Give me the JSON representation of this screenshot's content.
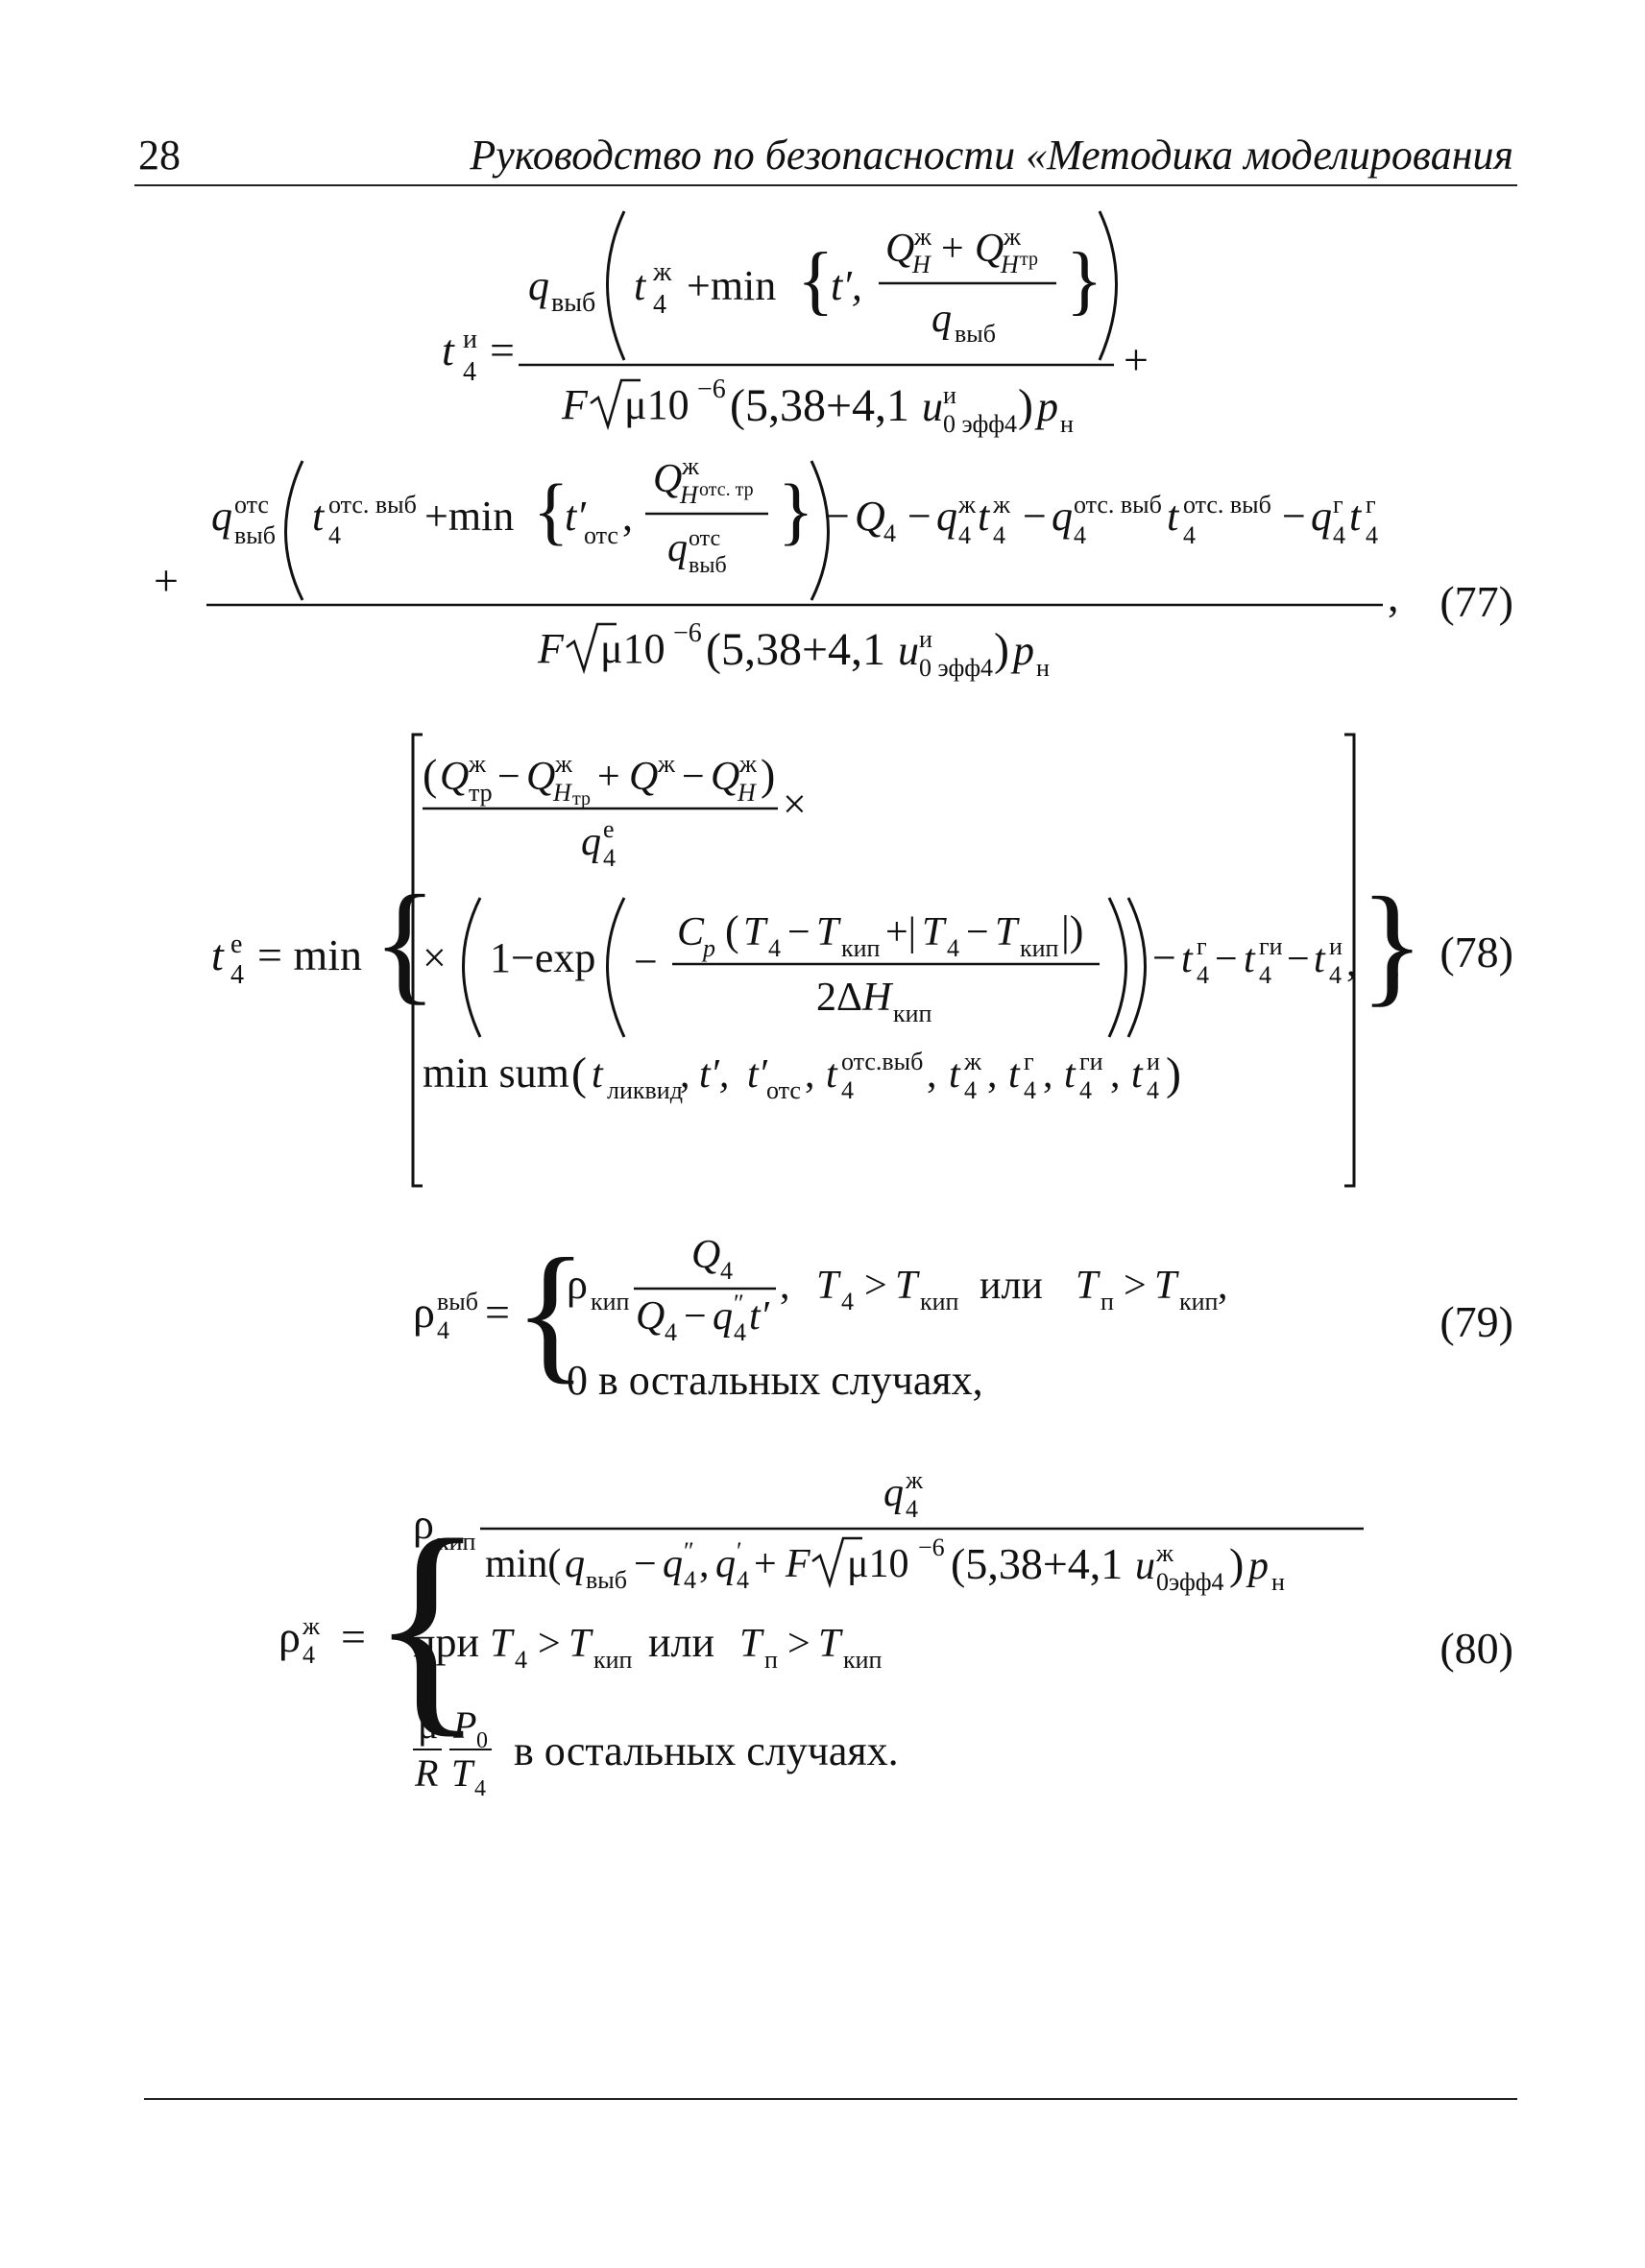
{
  "header": {
    "page_number": "28",
    "running_title": "Руководство по безопасности «Методика моделирования"
  },
  "equations": [
    {
      "id": "eq77",
      "number": "(77)",
      "lhs": "t₄ᴵ",
      "term1_numerator": "q_выб ( t₄ᶠ + min { t′, (Q_H^ж + Q_Hтр^ж) / q_выб } )",
      "term1_denominator": "F √μ 10⁻⁶ (5,38 + 4,1u₀эфф4ᴵ) p_н",
      "term2_numerator": "q_выб^отс ( t₄^отс.выб + min { t′_отс, Q_Hотс.тр^ж / q_выб^отс } ) − Q₄ − q₄ᶠt₄ᶠ − q₄^отс.выб t₄^отс.выб − q₄ᵍt₄ᵍ",
      "term2_denominator": "F √μ 10⁻⁶ (5,38 + 4,1u₀эфф4ᴵ) p_н"
    },
    {
      "id": "eq78",
      "number": "(78)",
      "lhs": "t₄ᵉ = min",
      "row1": "(Q_тр^ж − Q_Hтр^ж + Q^ж − Q_H^ж) / q₄ᵉ ×",
      "row2": "× (1 − exp(− C_p (T₄ − T_кип + |T₄ − T_кип|) / 2ΔH_кип)) − t₄ᵍ − t₄ᵍⁱ − t₄ᴵ,",
      "row3": "min sum(t_ликвид, t′, t′_отс, t₄^отс.выб, t₄ᶠ, t₄ᵍ, t₄ᵍⁱ, t₄ᴵ)"
    },
    {
      "id": "eq79",
      "number": "(79)",
      "lhs": "ρ₄^выб",
      "case1": "ρ_кип Q₄ / (Q₄ − q₄″t′),  T₄ > T_кип или T_п > T_кип,",
      "case2": "0 в остальных случаях,"
    },
    {
      "id": "eq80",
      "number": "(80)",
      "lhs": "ρ₄ᶠ",
      "case1": "ρ_кип q₄ᶠ / min(q_выб − q₄″, q₄′ + F √μ 10⁻⁶ (5,38 + 4,1u₀эфф4ᶠ) p_н)",
      "case1_condition": "при T₄ > T_кип или T_п > T_кип",
      "case2": "μ/R · P₀/T₄ в остальных случаях."
    }
  ]
}
